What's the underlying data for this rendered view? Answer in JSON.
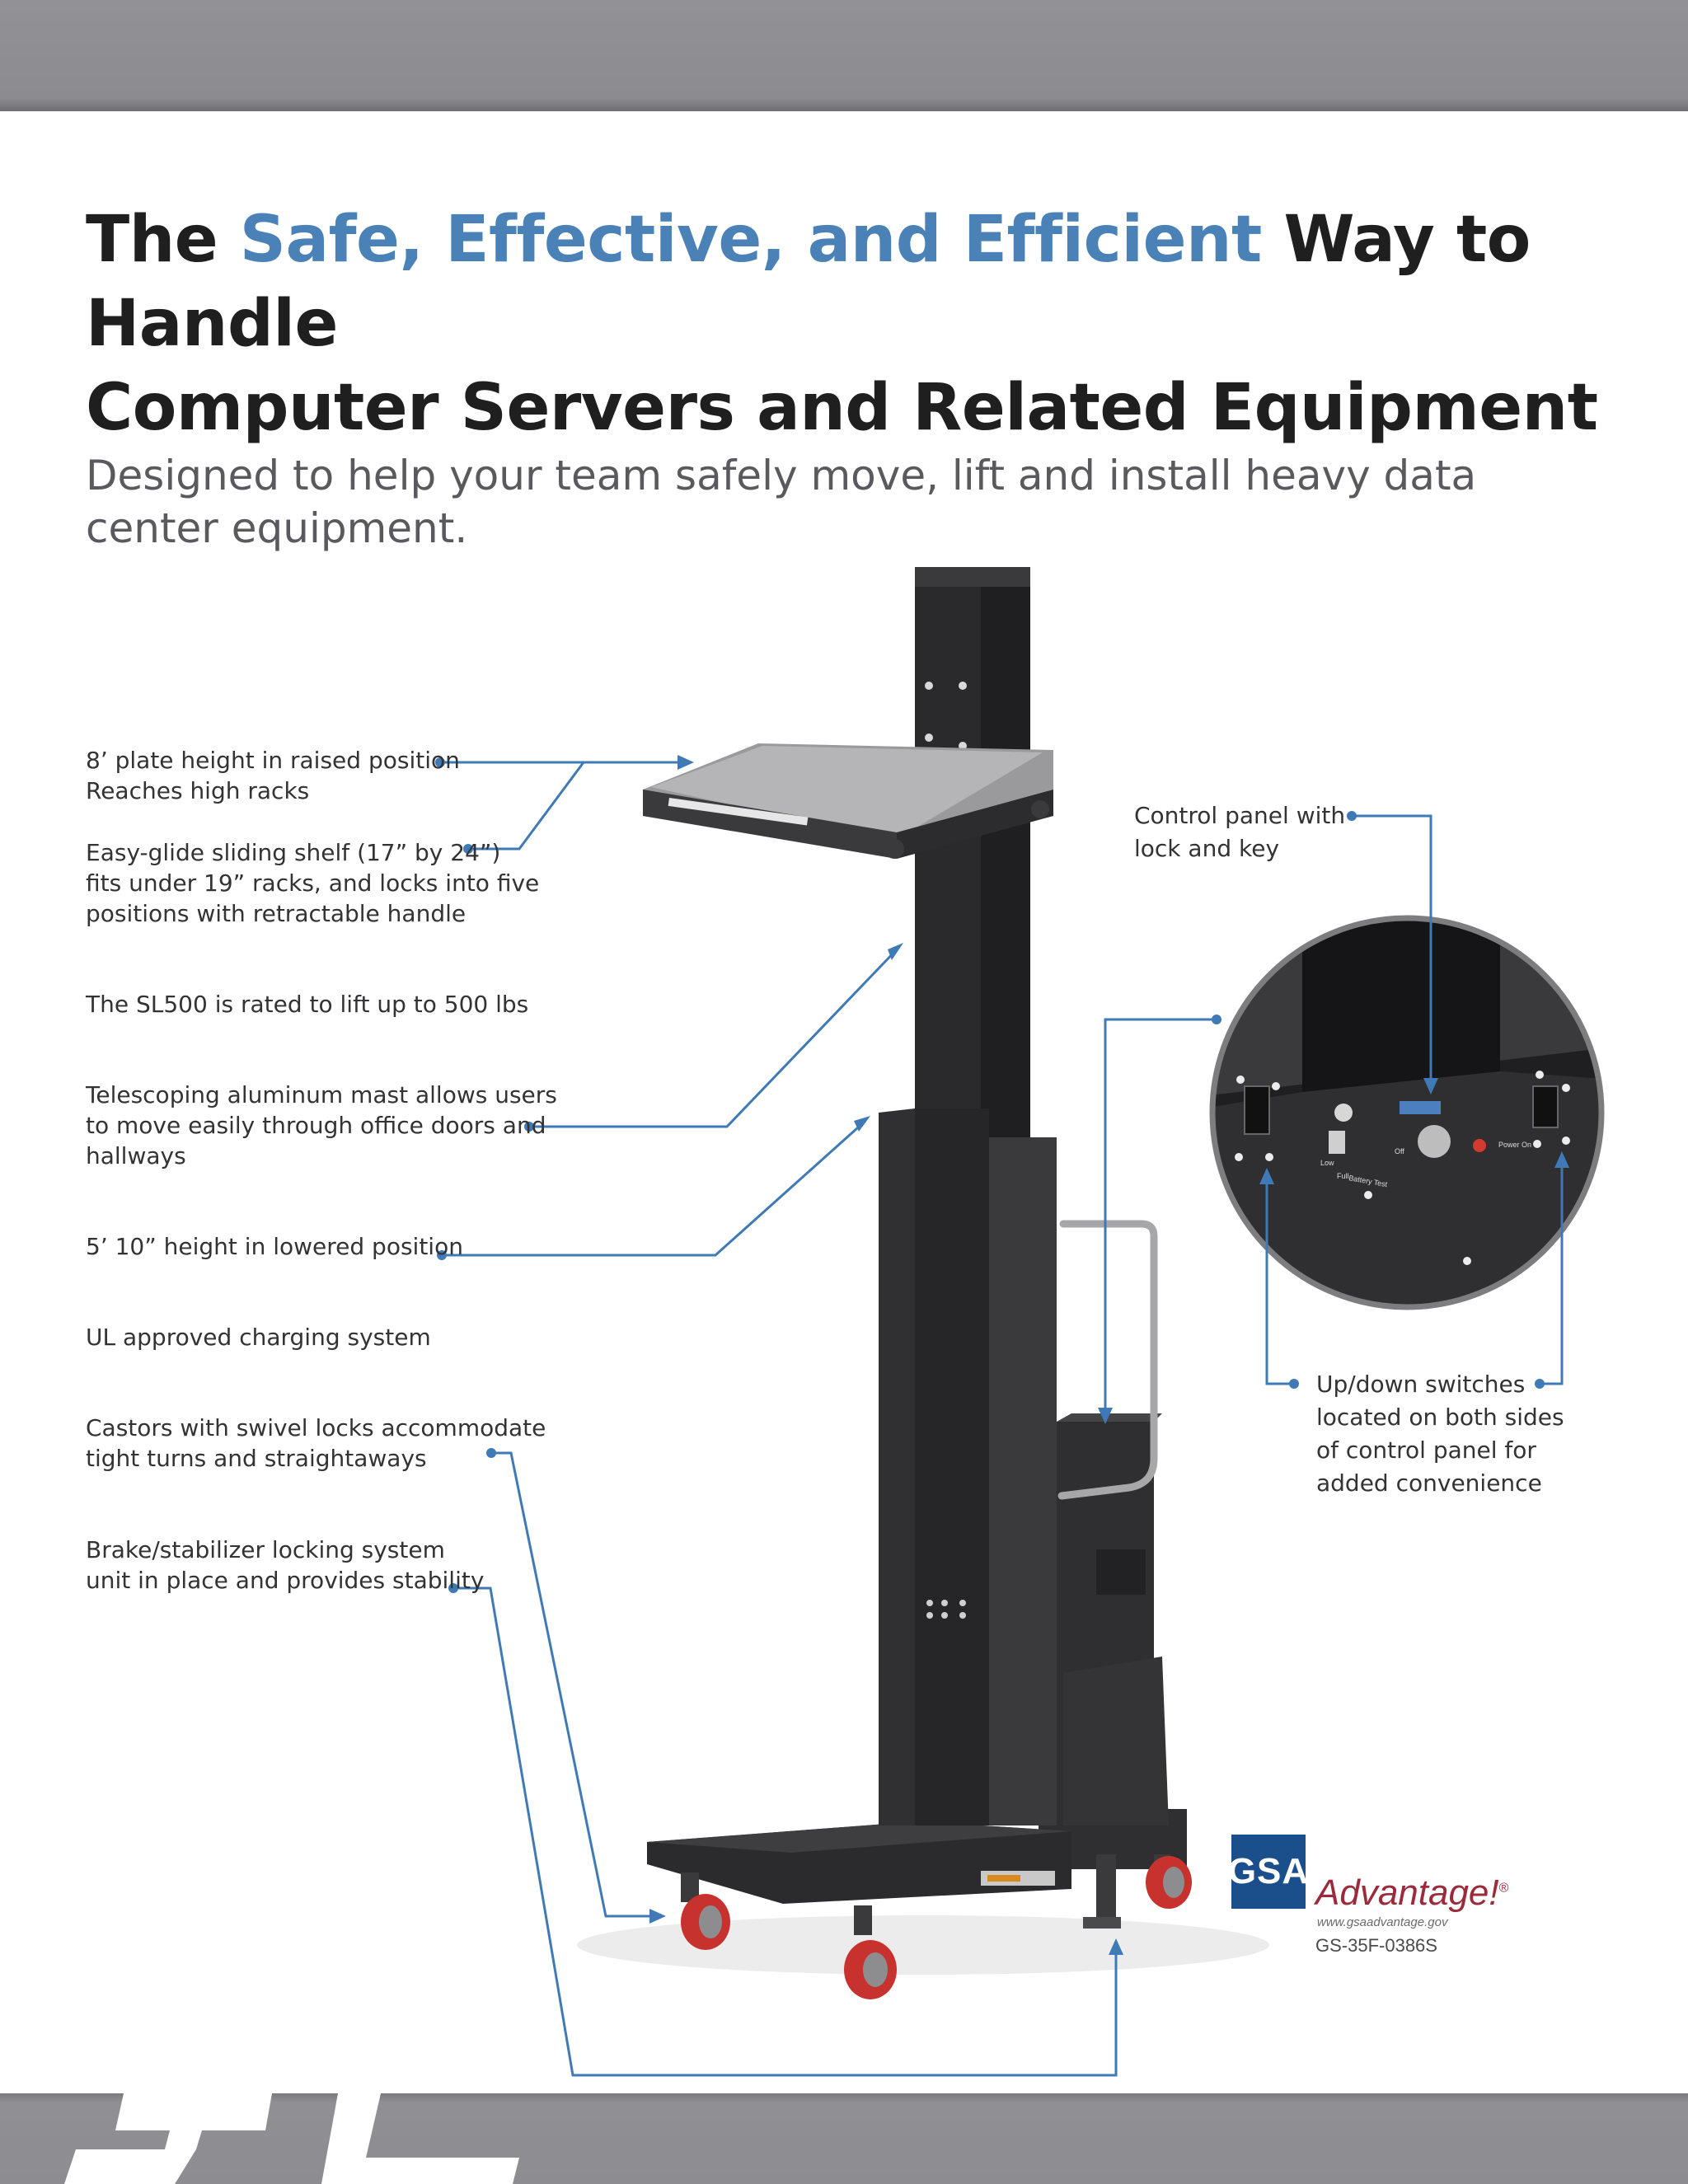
{
  "headline": {
    "lead": "The ",
    "accent": "Safe, Effective, and Efficient",
    "line1_tail": " Way to Handle",
    "line2": "Computer Servers and Related Equipment"
  },
  "subhead": "Designed to help your team safely move, lift and install heavy data center equipment.",
  "callouts": {
    "plate_height": [
      "8’ plate height in raised position",
      "Reaches high racks"
    ],
    "sliding_shelf": [
      "Easy-glide sliding shelf (17” by 24”)",
      "fits under 19” racks,  and locks into five",
      "positions with retractable handle"
    ],
    "capacity": [
      "The SL500 is rated to lift up to 500 lbs"
    ],
    "mast": [
      "Telescoping aluminum mast allows users",
      "to move easily through office doors and",
      "hallways"
    ],
    "lowered_height": [
      "5’ 10” height in lowered position"
    ],
    "charging": [
      "UL approved charging system"
    ],
    "castors": [
      "Castors with swivel locks accommodate",
      "tight turns and straightaways"
    ],
    "brake": [
      "Brake/stabilizer locking system",
      "unit in place and provides stability"
    ],
    "control_panel": [
      "Control panel with",
      "lock and key"
    ],
    "switches": [
      "Up/down switches",
      "located on both sides",
      "of control panel for",
      "added convenience"
    ]
  },
  "panel_labels": {
    "low": "Low",
    "full": "Full",
    "battery_test": "Battery Test",
    "off": "Off",
    "power_on": "Power On"
  },
  "gsa": {
    "logo": "GSA",
    "word": "Advantage!",
    "mark": "®",
    "url": "www.gsaadvantage.gov",
    "contract": "GS-35F-0386S"
  },
  "colors": {
    "accent_blue": "#4a82b8",
    "leader_line": "#3f7ab6",
    "bar_gray": "#8d8d91",
    "machine_black": "#2b2b2d",
    "caster_red": "#c8322e",
    "gsa_blue": "#1b4f8c",
    "gsa_red": "#9b2a3a"
  }
}
